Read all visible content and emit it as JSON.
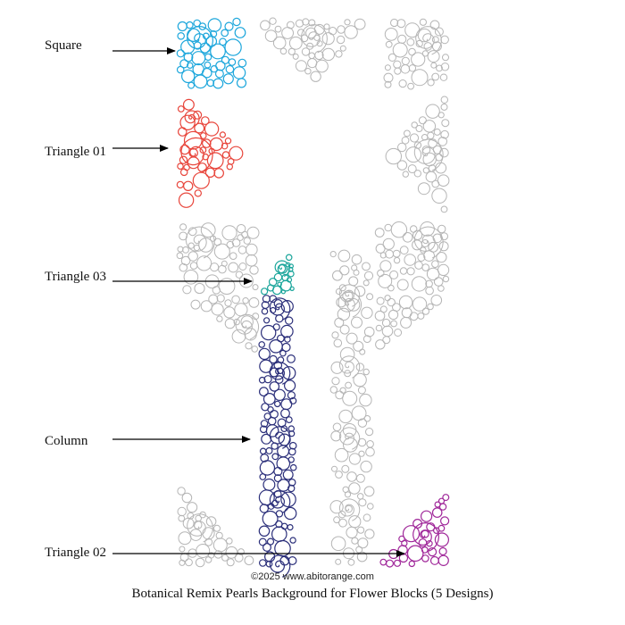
{
  "labels": {
    "square": "Square",
    "triangle01": "Triangle 01",
    "triangle03": "Triangle 03",
    "column": "Column",
    "triangle02": "Triangle 02"
  },
  "footer": {
    "copyright": "©2025 www.abitorange.com",
    "caption": "Botanical Remix Pearls Background for Flower Blocks (5 Designs)"
  },
  "colors": {
    "square": "#1ea7dc",
    "triangle01": "#e8463c",
    "triangle03": "#1aa59b",
    "column": "#2b2f7a",
    "triangle02": "#a0289a",
    "background_pattern": "#b5b5b5",
    "arrow": "#000000"
  }
}
